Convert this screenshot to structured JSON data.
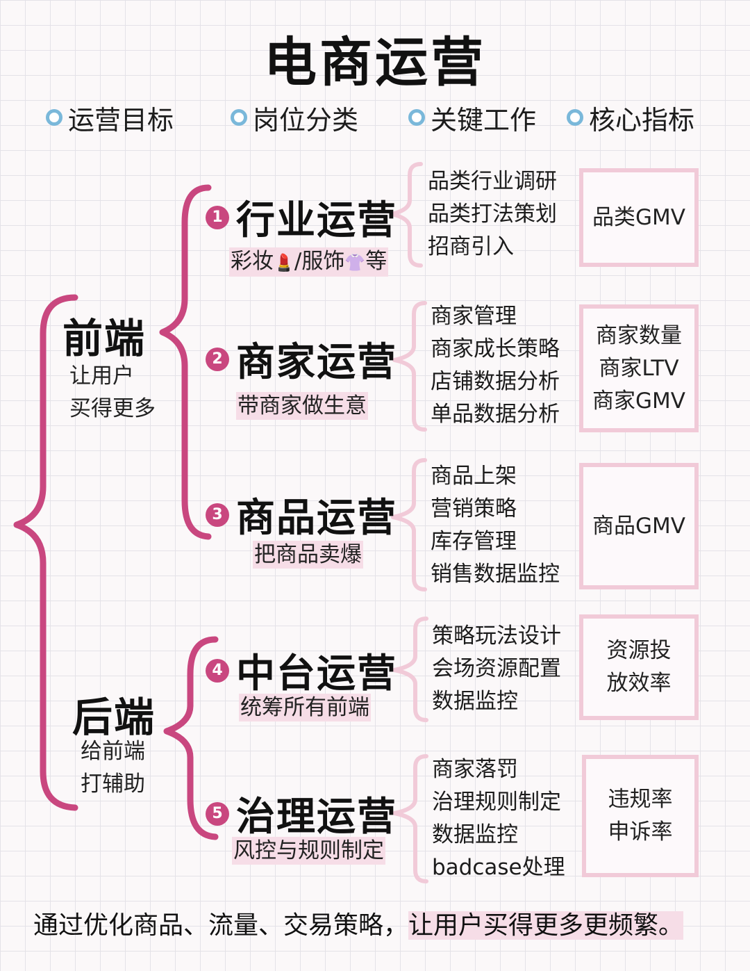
{
  "title": "电商运营",
  "headers": [
    "运营目标",
    "岗位分类",
    "关键工作",
    "核心指标"
  ],
  "categories": [
    {
      "name": "前端",
      "desc": [
        "让用户",
        "买得更多"
      ]
    },
    {
      "name": "后端",
      "desc": [
        "给前端",
        "打辅助"
      ]
    }
  ],
  "roles": [
    {
      "num": "1",
      "name": "行业运营",
      "desc_parts": [
        "彩妆",
        "/服饰",
        "等"
      ],
      "tasks": [
        "品类行业调研",
        "品类打法策划",
        "招商引入"
      ],
      "kpi": [
        "品类GMV"
      ]
    },
    {
      "num": "2",
      "name": "商家运营",
      "desc": "带商家做生意",
      "tasks": [
        "商家管理",
        "商家成长策略",
        "店铺数据分析",
        "单品数据分析"
      ],
      "kpi": [
        "商家数量",
        "商家LTV",
        "商家GMV"
      ]
    },
    {
      "num": "3",
      "name": "商品运营",
      "desc": "把商品卖爆",
      "tasks": [
        "商品上架",
        "营销策略",
        "库存管理",
        "销售数据监控"
      ],
      "kpi": [
        "商品GMV"
      ]
    },
    {
      "num": "4",
      "name": "中台运营",
      "desc": "统筹所有前端",
      "tasks": [
        "策略玩法设计",
        "会场资源配置",
        "数据监控"
      ],
      "kpi": [
        "资源投",
        "放效率"
      ]
    },
    {
      "num": "5",
      "name": "治理运营",
      "desc": "风控与规则制定",
      "tasks": [
        "商家落罚",
        "治理规则制定",
        "数据监控",
        "badcase处理"
      ],
      "kpi": [
        "违规率",
        "申诉率"
      ]
    }
  ],
  "footer": {
    "plain": "通过优化商品、流量、交易策略，",
    "highlight": "让用户买得更多更频繁。"
  },
  "colors": {
    "brace": "#c9477f",
    "brace_light": "#f1cad8",
    "badge": "#c9477f",
    "highlight": "#f6dde7",
    "dot": "#7ab8da"
  },
  "icons": [
    "lipstick-icon",
    "dress-icon"
  ]
}
